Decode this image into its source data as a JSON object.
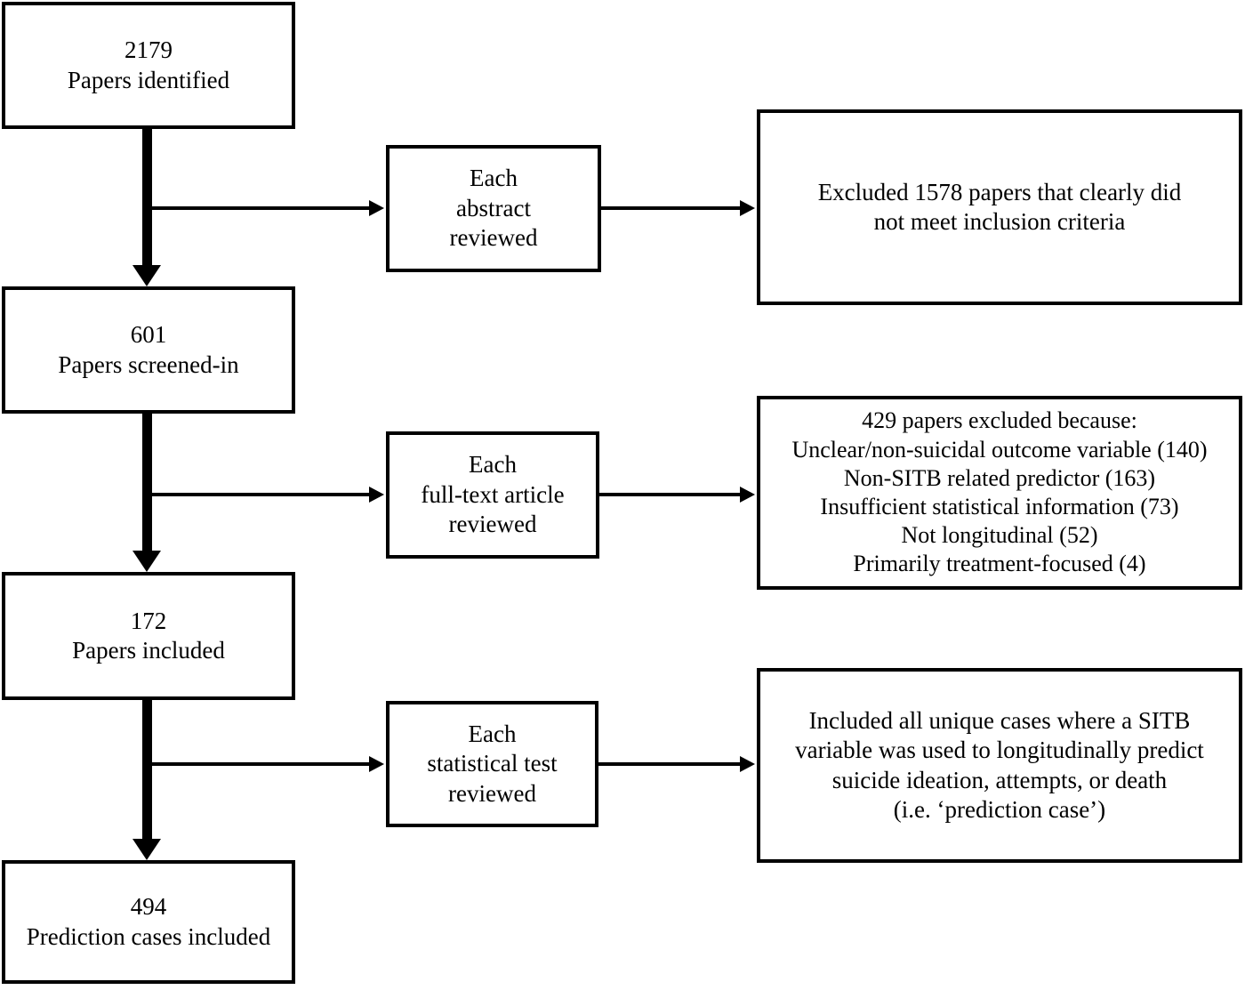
{
  "diagram": {
    "title": "Systematic review paper selection flow diagram",
    "line_color": "#000000",
    "box_fill": "#ffffff",
    "boxes": {
      "identified": "2179\nPapers identified",
      "abstract_reviewed": "Each\nabstract\nreviewed",
      "excluded_abstract": "Excluded 1578 papers that clearly did\nnot meet inclusion criteria",
      "screened_in": "601\nPapers screened-in",
      "fulltext_reviewed": "Each\nfull-text article\nreviewed",
      "excluded_fulltext": "429 papers excluded because:\nUnclear/non-suicidal outcome variable (140)\nNon-SITB related predictor (163)\nInsufficient statistical information (73)\nNot longitudinal (52)\nPrimarily treatment-focused (4)",
      "papers_included": "172\nPapers included",
      "stat_test_reviewed": "Each\nstatistical test\nreviewed",
      "included_cases": "Included all unique cases where a SITB\nvariable was used to longitudinally predict\nsuicide ideation, attempts, or death\n(i.e. ‘prediction case’)",
      "prediction_cases": "494\nPrediction cases included"
    },
    "counts": {
      "papers_identified": 2179,
      "excluded_at_abstract": 1578,
      "papers_screened_in": 601,
      "excluded_at_fulltext": 429,
      "papers_included": 172,
      "prediction_cases_included": 494,
      "exclusion_reasons": [
        {
          "reason": "Unclear/non-suicidal outcome variable",
          "n": 140
        },
        {
          "reason": "Non-SITB related predictor",
          "n": 163
        },
        {
          "reason": "Insufficient statistical information",
          "n": 73
        },
        {
          "reason": "Not longitudinal",
          "n": 52
        },
        {
          "reason": "Primarily treatment-focused",
          "n": 4
        }
      ]
    }
  }
}
